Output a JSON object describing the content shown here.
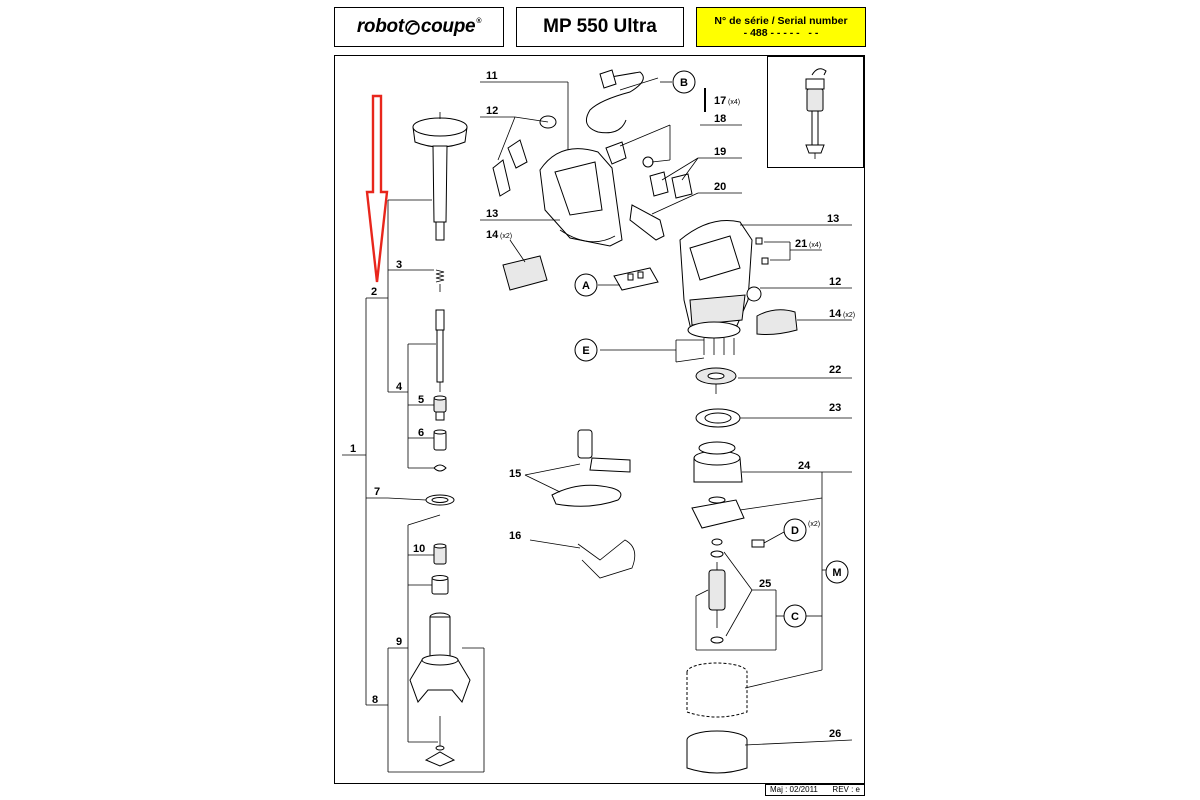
{
  "header": {
    "brand_left": "robot",
    "brand_right": "coupe",
    "brand_reg": "®",
    "model": "MP 550 Ultra",
    "serial_label": "N° de série / Serial number",
    "serial_value": "- 488 - - - - -   - -"
  },
  "footer": {
    "maj": "Maj : 02/2011",
    "rev": "REV : e"
  },
  "labels": {
    "l1": "1",
    "l2": "2",
    "l3": "3",
    "l4": "4",
    "l5": "5",
    "l6": "6",
    "l7": "7",
    "l8": "8",
    "l9": "9",
    "l10": "10",
    "l11": "11",
    "l12a": "12",
    "l13a": "13",
    "l14a": "14",
    "l14a_qty": "(x2)",
    "l15": "15",
    "l16": "16",
    "l17": "17",
    "l17_qty": "(x4)",
    "l18": "18",
    "l19": "19",
    "l20": "20",
    "l13b": "13",
    "l21": "21",
    "l21_qty": "(x4)",
    "l12b": "12",
    "l14b": "14",
    "l14b_qty": "(x2)",
    "l22": "22",
    "l23": "23",
    "l24": "24",
    "l25": "25",
    "l26": "26",
    "lA": "A",
    "lB": "B",
    "lC": "C",
    "lD": "D",
    "lD_qty": "(x2)",
    "lE": "E",
    "lM": "M"
  },
  "colors": {
    "serial_bg": "#ffff00",
    "arrow": "#e8261c"
  }
}
